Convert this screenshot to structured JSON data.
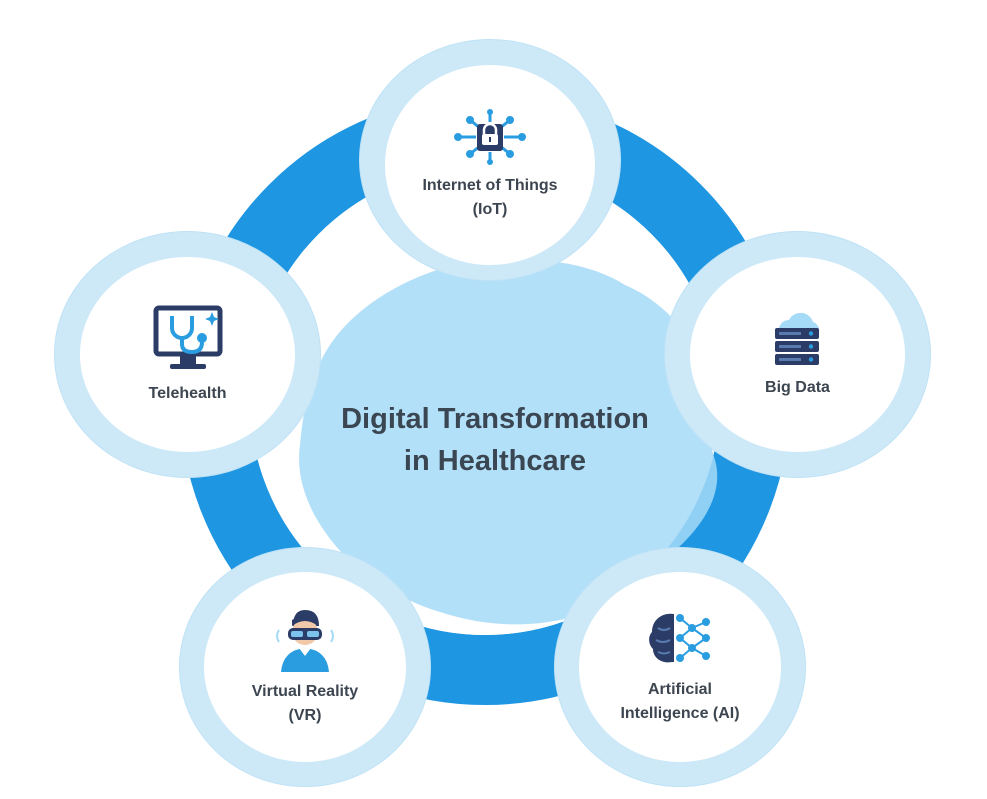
{
  "center": {
    "line1": "Digital Transformation",
    "line2": "in Healthcare"
  },
  "nodes": {
    "iot": {
      "line1": "Internet of Things",
      "line2": "(IoT)",
      "icon": "circuit-lock-icon"
    },
    "big_data": {
      "line1": "Big Data",
      "icon": "server-cloud-icon"
    },
    "ai": {
      "line1": "Artificial",
      "line2": "Intelligence (AI)",
      "icon": "brain-network-icon"
    },
    "vr": {
      "line1": "Virtual Reality",
      "line2": "(VR)",
      "icon": "vr-headset-person-icon"
    },
    "telehealth": {
      "line1": "Telehealth",
      "icon": "monitor-stethoscope-icon"
    }
  },
  "colors": {
    "ring": "#1e96e2",
    "node_halo": "#cde9f8",
    "center_blob": "#a6dbf8",
    "icon_dark": "#2b3d66",
    "icon_blue": "#2a9de1",
    "text": "#3d4650"
  }
}
